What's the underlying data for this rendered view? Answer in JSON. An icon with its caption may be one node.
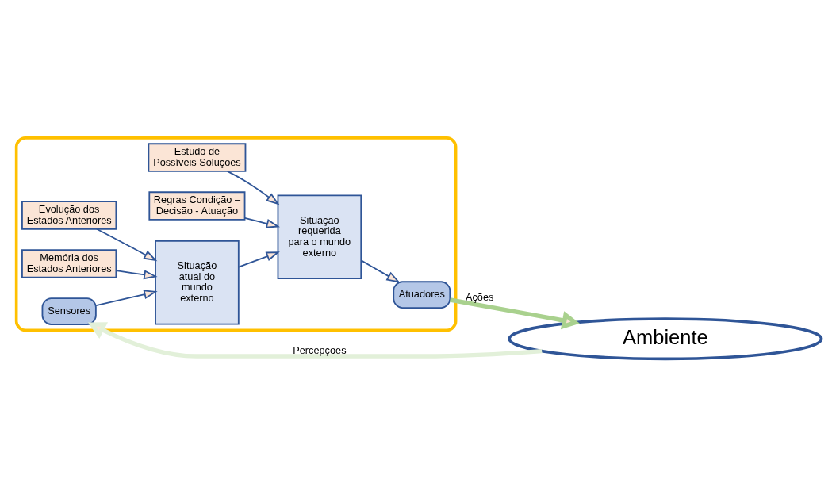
{
  "diagram": {
    "nodes": [
      {
        "text": [],
        "shape": "box"
      },
      {
        "text": [
          "Evolução dos Estados Anteriores"
        ],
        "in": 0
      },
      {
        "text": [
          "Estudo de Possíveis Soluções"
        ],
        "in": 0
      },
      {
        "text": [
          "Memória dos Estados Anteriores"
        ],
        "in": 0
      },
      {
        "text": [
          "Regras Condição – Decisão - Atuação"
        ],
        "in": 0
      },
      {
        "text": [
          "Sensores"
        ],
        "in": 0
      },
      {
        "text": [
          "Situação atual do mundo externo"
        ],
        "in": 0
      },
      {
        "text": [
          "Situação requerida para o mundo externo"
        ],
        "in": 0
      },
      {
        "text": [
          "Atuadores"
        ],
        "in": 0
      },
      {
        "text": [
          "Ambiente"
        ]
      }
    ],
    "edges": [
      {
        "from": 1,
        "to": 6,
        "arrow": "to"
      },
      {
        "from": 3,
        "to": 6,
        "arrow": "to"
      },
      {
        "from": 5,
        "to": 6,
        "arrow": "to"
      },
      {
        "from": 2,
        "to": 7,
        "arrow": "to"
      },
      {
        "from": 6,
        "to": 7,
        "arrow": "to"
      },
      {
        "from": 4,
        "to": 7,
        "arrow": "to"
      },
      {
        "from": 7,
        "to": 8,
        "arrow": "to"
      },
      {
        "from": 9,
        "to": 5,
        "arrow": "to",
        "label": "Percepções",
        "style": "thick",
        "color": "#e2f0d9"
      },
      {
        "from": 8,
        "to": 9,
        "arrow": "to",
        "label": "Ações",
        "style": "thick",
        "color": "#a9d18e"
      }
    ]
  }
}
